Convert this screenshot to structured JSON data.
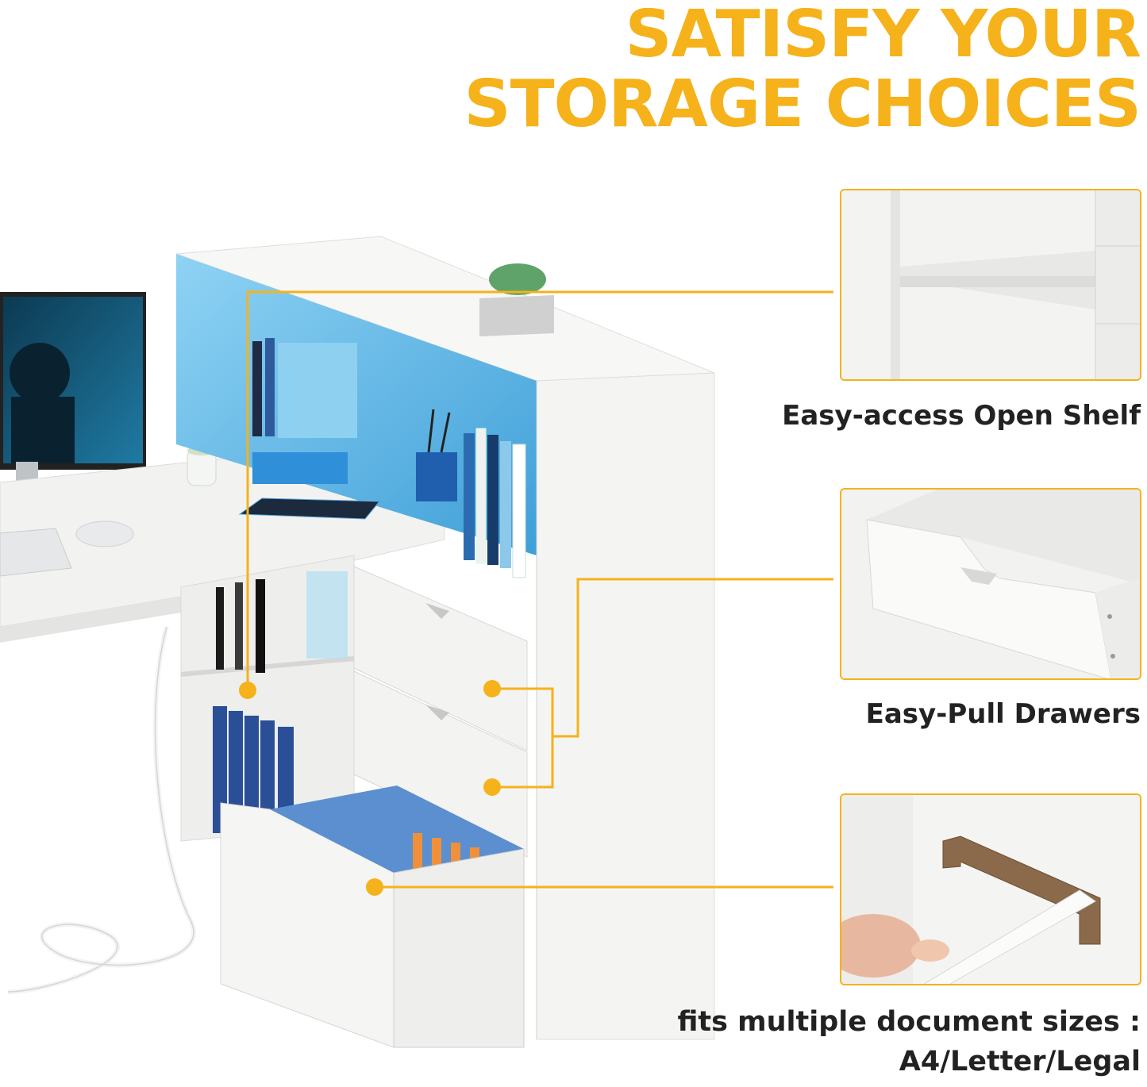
{
  "headline": {
    "line1": "SATISFY YOUR",
    "line2": "STORAGE CHOICES"
  },
  "colors": {
    "accent": "#f5b21b",
    "text": "#222222",
    "led_blue": "#56b8e8"
  },
  "features": [
    {
      "label": "Easy-access Open Shelf"
    },
    {
      "label": "Easy-Pull Drawers"
    },
    {
      "label_line1": "fits multiple document sizes :",
      "label_line2": "A4/Letter/Legal"
    }
  ]
}
